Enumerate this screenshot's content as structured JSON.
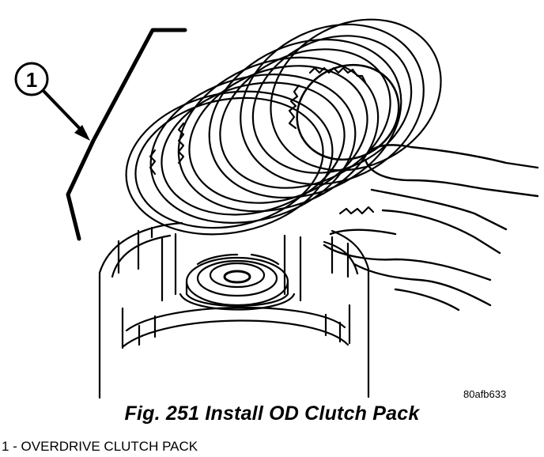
{
  "figure": {
    "callout": "1",
    "drawing_id": "80afb633",
    "caption": "Fig. 251 Install OD Clutch Pack"
  },
  "legend": {
    "items": [
      "1 - OVERDRIVE CLUTCH PACK"
    ]
  },
  "icons": [
    "clutch-plate-icon",
    "hand-icon",
    "clutch-drum-icon",
    "callout-arrow-icon"
  ]
}
